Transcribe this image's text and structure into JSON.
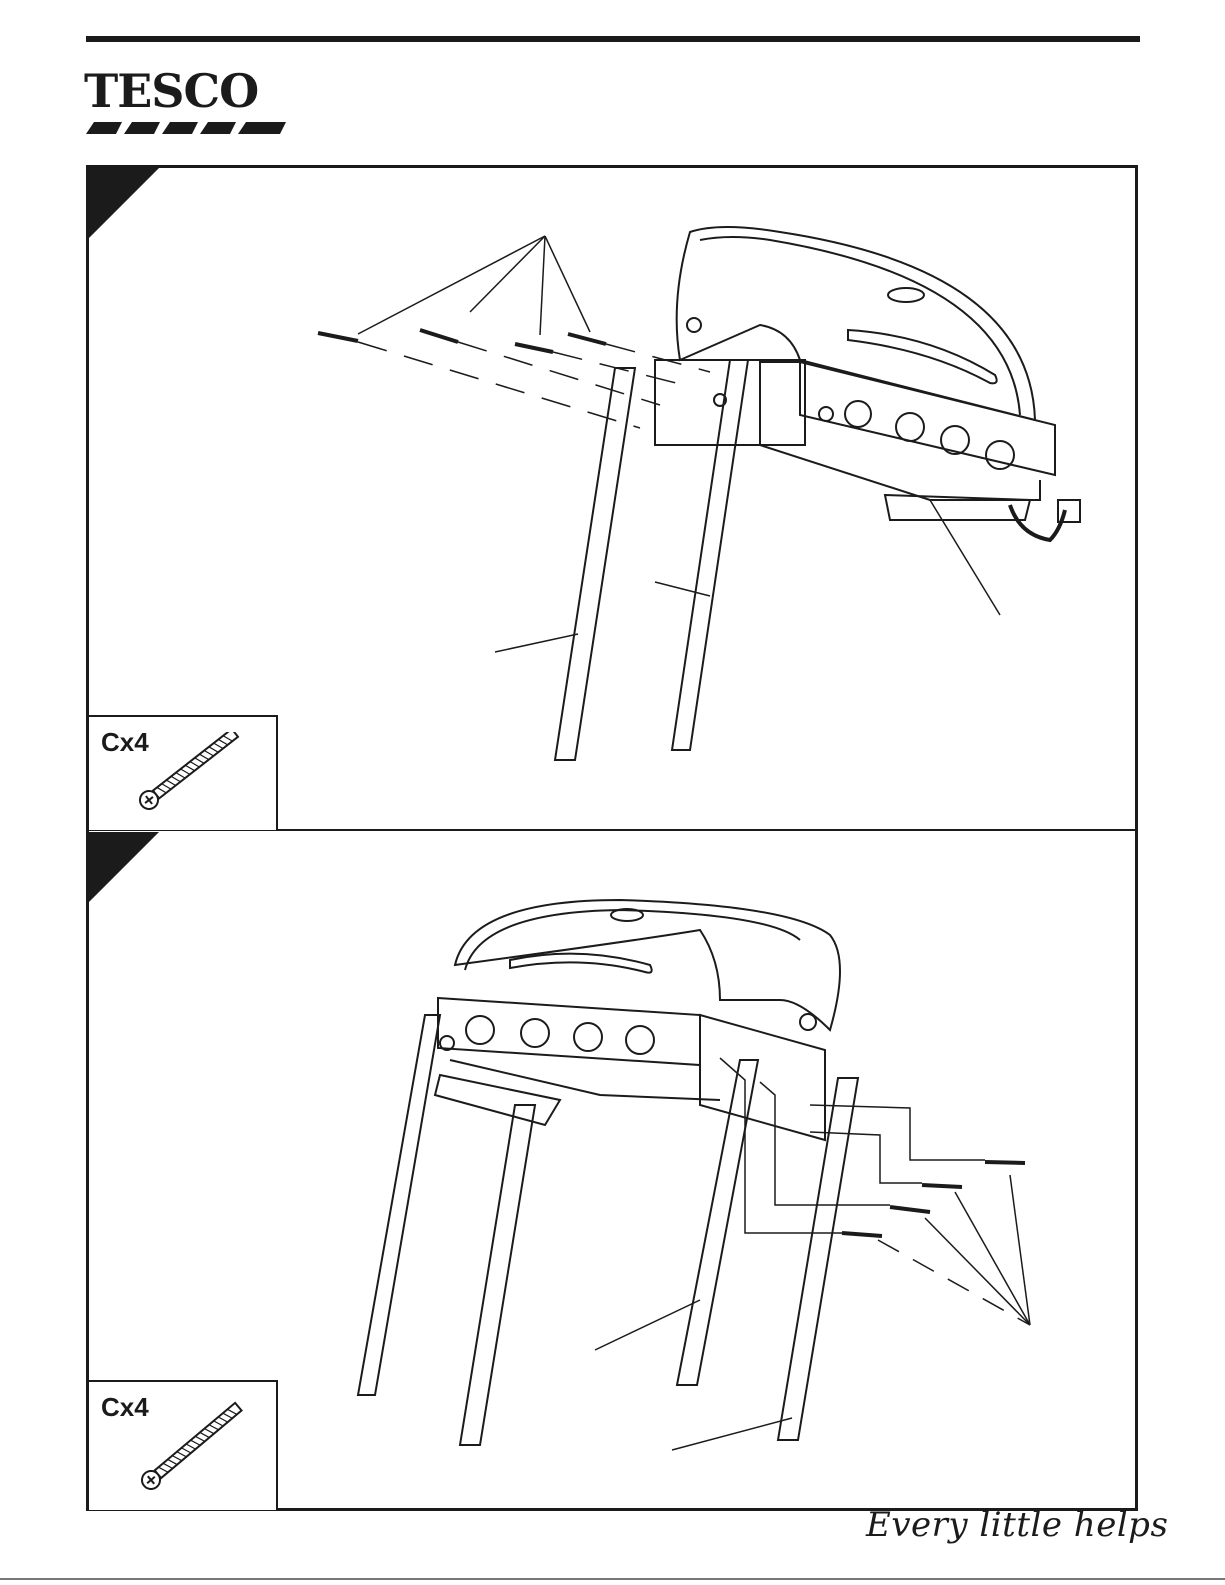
{
  "brand": {
    "name": "TESCO",
    "slogan": "Every little helps"
  },
  "steps": [
    {
      "part_label": "Cx4"
    },
    {
      "part_label": "Cx4"
    }
  ]
}
